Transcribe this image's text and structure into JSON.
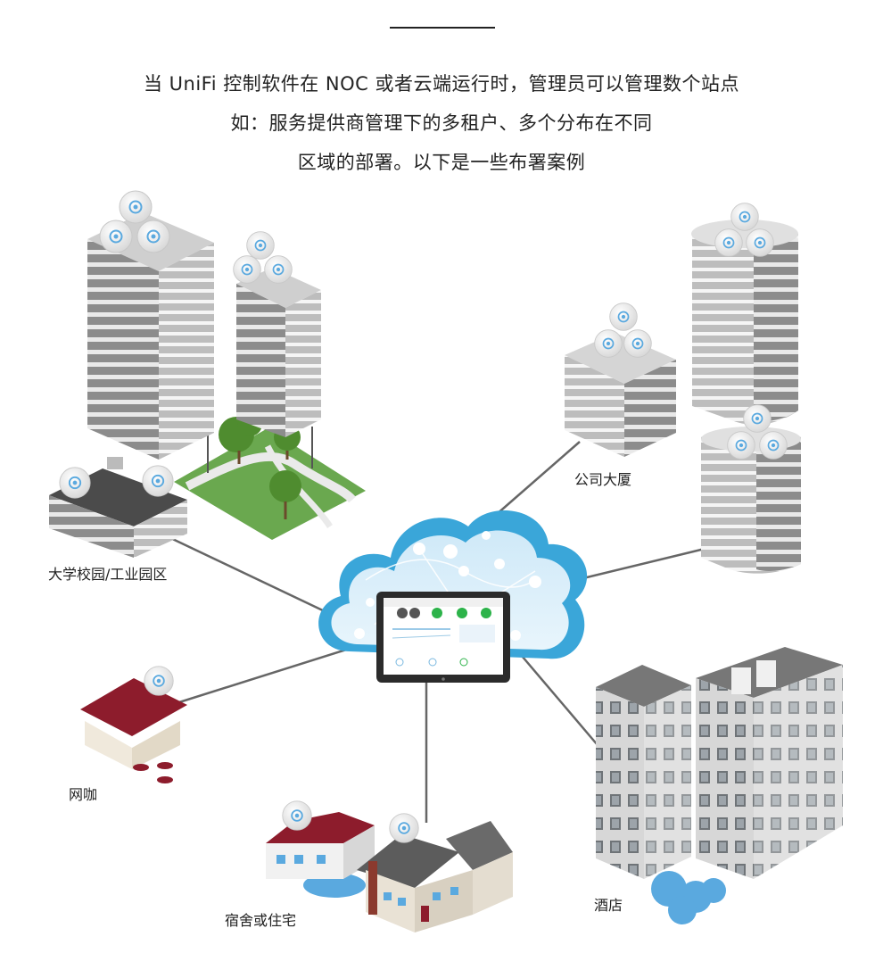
{
  "intro": {
    "line1": "当 UniFi 控制软件在 NOC 或者云端运行时，管理员可以管理数个站点",
    "line2": "如：服务提供商管理下的多租户、多个分布在不同",
    "line3": "区域的部署。以下是一些布署案例"
  },
  "sites": {
    "campus": "大学校园/工业园区",
    "office": "公司大厦",
    "cafe": "网咖",
    "dorm": "宿舍或住宅",
    "hotel": "酒店"
  },
  "colors": {
    "cloud": "#3aa6d9",
    "cloud_light": "#cfe9f8",
    "line": "#666666",
    "roof_red": "#8d1c2c",
    "accent_green": "#2db34a"
  },
  "icons": {
    "access_point": "unifi-ap-icon",
    "cloud": "cloud-icon",
    "controller": "controller-tablet-icon"
  }
}
